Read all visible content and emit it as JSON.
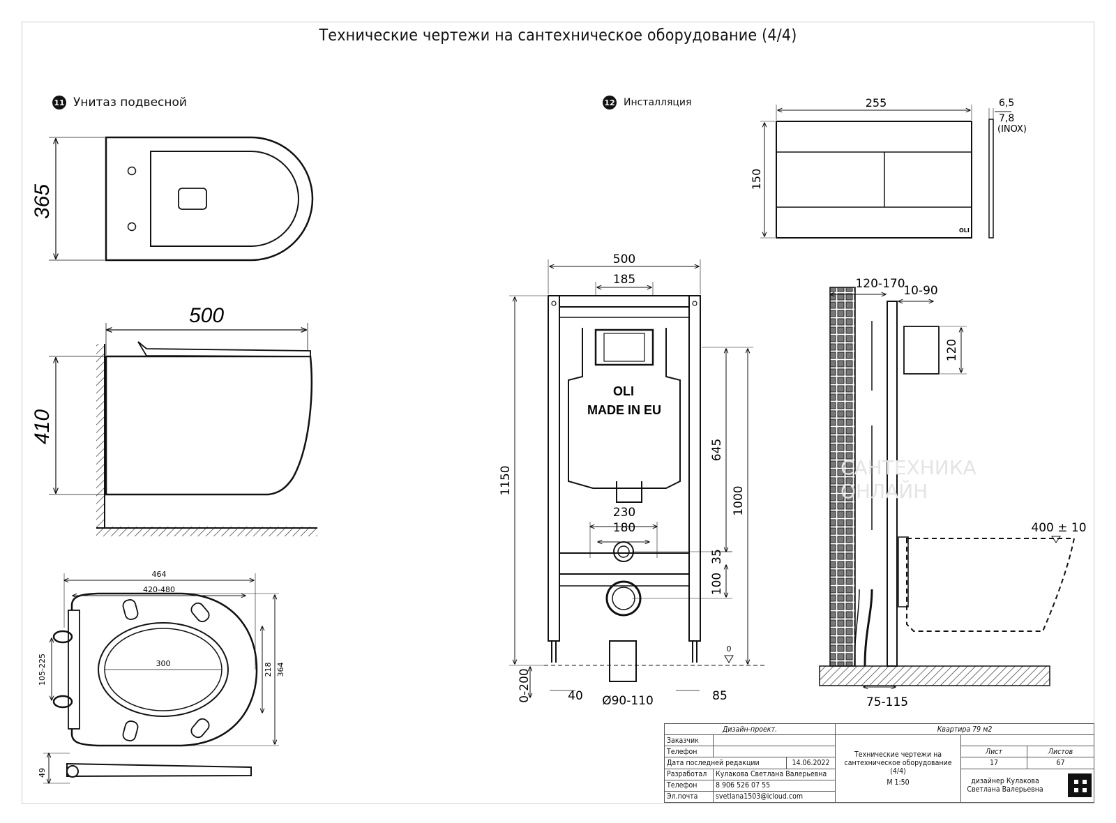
{
  "title": "Технические чертежи на сантехническое оборудование (4/4)",
  "section_11": {
    "number": "11",
    "label": "Унитаз подвесной"
  },
  "section_12": {
    "number": "12",
    "label": "Инсталляция"
  },
  "toilet_dims": {
    "depth_top": "365",
    "length": "500",
    "height": "410"
  },
  "seat_dims": {
    "width_total": "464",
    "width_range": "420-480",
    "hole_spacing": "105-225",
    "inner": "300",
    "inner_height": "218",
    "outer_height": "364",
    "thickness": "49"
  },
  "button_dims": {
    "width": "255",
    "height": "150",
    "thickness_a": "6,5",
    "thickness_b": "7,8",
    "thickness_note": "(INOX)",
    "logo": "OLI"
  },
  "frame_dims": {
    "width": "500",
    "top_inner": "185",
    "height_total": "1150",
    "h_1000": "1000",
    "h_645": "645",
    "w_230": "230",
    "w_180": "180",
    "h_35": "35",
    "h_100": "100",
    "leg": "0-200",
    "foot_40": "40",
    "pipe": "Ø90-110",
    "foot_85": "85",
    "zero": "0"
  },
  "frame_text": {
    "brand": "OLI",
    "made": "MADE IN EU"
  },
  "side_dims": {
    "wall_gap": "120-170",
    "offset": "10-90",
    "h_120": "120",
    "bowl_height": "400 ± 10",
    "base": "75-115"
  },
  "watermark": {
    "line1": "САНТЕХНИКА",
    "line2": "ОНЛАЙН"
  },
  "stamp": {
    "project": "Дизайн-проект.",
    "object": "Квартира 79 м2",
    "customer_label": "Заказчик",
    "phone_label": "Телефон",
    "date_label": "Дата последней редакции",
    "date_value": "14.06.2022",
    "developer_label": "Разработал",
    "developer_value": "Кулакова Светлана Валерьевна",
    "phone_label2": "Телефон",
    "phone_value": "8 906 526 07 55",
    "email_label": "Эл.почта",
    "email_value": "svetlana1503@icloud.com",
    "sheet_title": "Технические чертежи на сантехническое оборудование (4/4)",
    "scale": "М 1:50",
    "sheet_label": "Лист",
    "sheets_label": "Листов",
    "sheet_value": "17",
    "sheets_value": "67",
    "designer": "дизайнер Кулакова Светлана Валерьевна"
  }
}
